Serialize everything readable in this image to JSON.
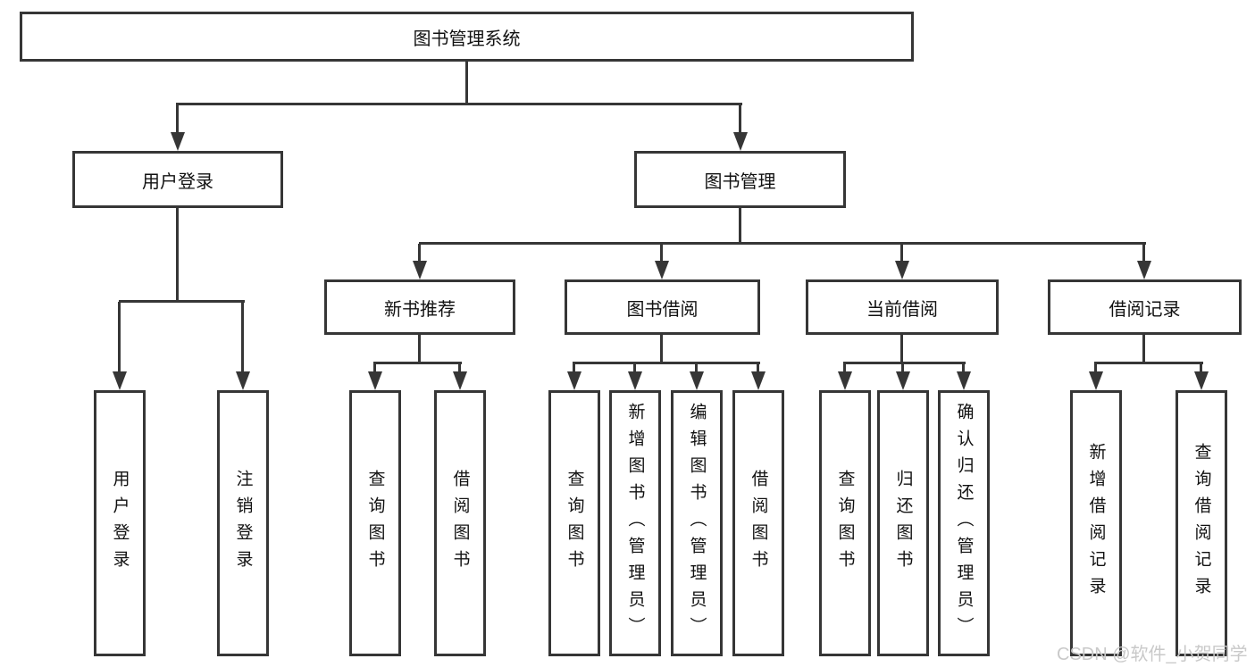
{
  "diagram": {
    "root": {
      "label": "图书管理系统"
    },
    "level2": [
      {
        "label": "用户登录"
      },
      {
        "label": "图书管理"
      }
    ],
    "level3": [
      {
        "label": "新书推荐"
      },
      {
        "label": "图书借阅"
      },
      {
        "label": "当前借阅"
      },
      {
        "label": "借阅记录"
      }
    ],
    "leaves": [
      {
        "label": "用户登录"
      },
      {
        "label": "注销登录"
      },
      {
        "label": "查询图书"
      },
      {
        "label": "借阅图书"
      },
      {
        "label": "查询图书"
      },
      {
        "label": "新增图书（管理员）"
      },
      {
        "label": "编辑图书（管理员）"
      },
      {
        "label": "借阅图书"
      },
      {
        "label": "查询图书"
      },
      {
        "label": "归还图书"
      },
      {
        "label": "确认归还（管理员）"
      },
      {
        "label": "新增借阅记录"
      },
      {
        "label": "查询借阅记录"
      }
    ],
    "watermark": "CSDN @软件_小贺同学",
    "colors": {
      "line": "#363636",
      "text": "#111111",
      "watermark": "#c9c9c9",
      "background": "#ffffff"
    }
  }
}
